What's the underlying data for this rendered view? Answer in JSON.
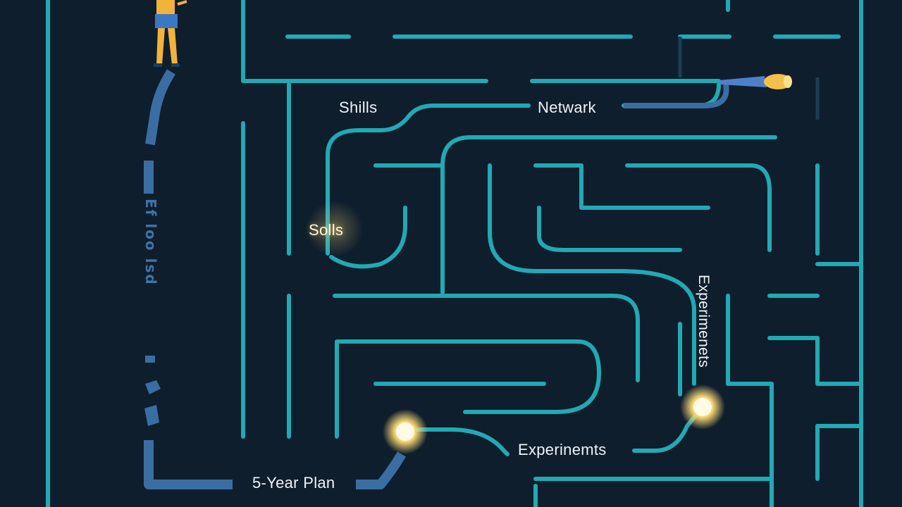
{
  "colors": {
    "background": "#0f1e2d",
    "maze_wall": "#21a9b4",
    "user_path": "#3a6ea3",
    "glow": "#f7d774",
    "figure_shirt": "#f3b23a",
    "figure_pants": "#3b78c4"
  },
  "labels": {
    "skills_top": "Shills",
    "network": "Netwark",
    "skills_mid": "Solls",
    "experiments_vertical": "Experimenets",
    "experiments_bottom": "Experinemts",
    "five_year_plan": "5-Year Plan"
  },
  "path_glyphs": "Ef loo lsd"
}
